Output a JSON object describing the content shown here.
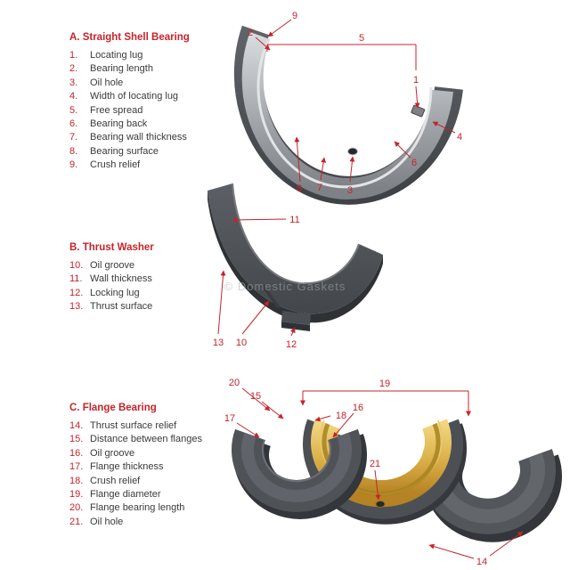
{
  "watermark": "© Domestic Gaskets",
  "colors": {
    "accent": "#c4242b",
    "text": "#3a3a3a",
    "metal_light": "#d8dbde",
    "metal_dark": "#44474b",
    "gold": "#d9ad45",
    "watermark": "#a8acb0"
  },
  "sections": [
    {
      "heading": "A. Straight Shell Bearing",
      "items": [
        {
          "num": "1.",
          "label": "Locating lug"
        },
        {
          "num": "2.",
          "label": "Bearing length"
        },
        {
          "num": "3.",
          "label": "Oil hole"
        },
        {
          "num": "4.",
          "label": "Width of locating lug"
        },
        {
          "num": "5.",
          "label": "Free spread"
        },
        {
          "num": "6.",
          "label": "Bearing back"
        },
        {
          "num": "7.",
          "label": "Bearing wall thickness"
        },
        {
          "num": "8.",
          "label": "Bearing surface"
        },
        {
          "num": "9.",
          "label": "Crush relief"
        }
      ]
    },
    {
      "heading": "B. Thrust Washer",
      "items": [
        {
          "num": "10.",
          "label": "Oil groove"
        },
        {
          "num": "11.",
          "label": "Wall thickness"
        },
        {
          "num": "12.",
          "label": "Locking lug"
        },
        {
          "num": "13.",
          "label": "Thrust surface"
        }
      ]
    },
    {
      "heading": "C. Flange Bearing",
      "items": [
        {
          "num": "14.",
          "label": "Thrust surface relief"
        },
        {
          "num": "15.",
          "label": "Distance between flanges"
        },
        {
          "num": "16.",
          "label": "Oil groove"
        },
        {
          "num": "17.",
          "label": "Flange thickness"
        },
        {
          "num": "18.",
          "label": "Crush relief"
        },
        {
          "num": "19.",
          "label": "Flange diameter"
        },
        {
          "num": "20.",
          "label": "Flange bearing length"
        },
        {
          "num": "21.",
          "label": "Oil hole"
        }
      ]
    }
  ],
  "callouts": {
    "n1": "1",
    "n2": "2",
    "n3": "3",
    "n4": "4",
    "n5": "5",
    "n6": "6",
    "n7": "7",
    "n8": "8",
    "n9": "9",
    "n10": "10",
    "n11": "11",
    "n12": "12",
    "n13": "13",
    "n14": "14",
    "n15": "15",
    "n16": "16",
    "n17": "17",
    "n18": "18",
    "n19": "19",
    "n20": "20",
    "n21": "21"
  }
}
